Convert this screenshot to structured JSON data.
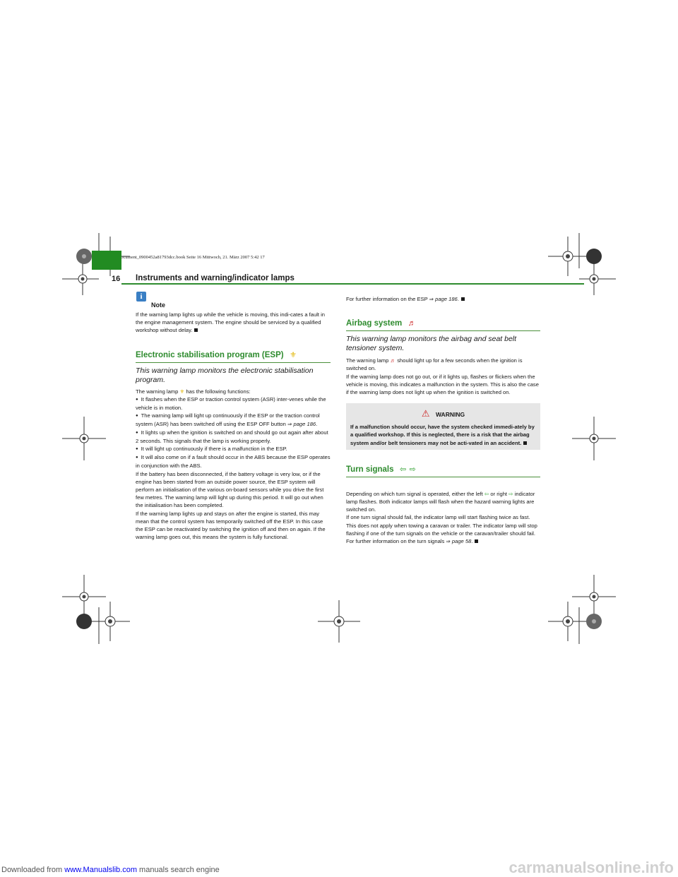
{
  "header": {
    "file_stamp": "document_0900452a81793dcc.book  Seite 16  Mittwoch, 21. März 2007  5:42 17",
    "section_title": "Instruments and warning/indicator lamps",
    "page_number": "16"
  },
  "watermark_top": {
    "prefix": "Downloaded from ",
    "link": "www.Manualslib.com",
    "suffix": " manuals search engine"
  },
  "watermark_bottom": "carmanualsonline.info",
  "left_col": {
    "note_label": "Note",
    "note_text": "If the warning lamp lights up while the vehicle is moving, this indi-cates a fault in the engine management system. The engine should be serviced by a qualified workshop without delay.",
    "esp_title": "Electronic stabilisation program (ESP)",
    "esp_sub": "This warning lamp monitors the electronic stabilisation program.",
    "esp_intro_a": "The warning lamp",
    "esp_intro_b": "has the following functions:",
    "bullets": [
      "It flashes when the ESP or traction control system (ASR) inter-venes while the vehicle is in motion.",
      "The warning lamp will light up continuously if the ESP or the traction control system (ASR) has been switched off using the ESP OFF button",
      "It lights up when the ignition is switched on and should go out again after about 2 seconds. This signals that the lamp is working properly.",
      "It will light up continuously if there is a malfunction in the ESP.",
      "It will also come on if a fault should occur in the ABS because the ESP operates in conjunction with the ABS."
    ],
    "bullet2_ref": "page 186",
    "para1": "If the battery has been disconnected, if the battery voltage is very low, or if the engine has been started from an outside power source, the ESP system will perform an initialisation of the various on-board sensors while you drive the first few metres. The warning lamp will light up during this period. It will go out when the initialisation has been completed.",
    "para2": "If the warning lamp lights up and stays on after the engine is started, this may mean that the control system has temporarily switched off the ESP. In this case the ESP can be reactivated by switching the ignition off and then on again. If the warning lamp goes out, this means the system is fully functional."
  },
  "right_col": {
    "esp_more": "For further information on the ESP",
    "esp_more_ref": "page 186",
    "airbag_title": "Airbag system",
    "airbag_sub": "This warning lamp monitors the airbag and seat belt tensioner system.",
    "airbag_p1_a": "The warning lamp",
    "airbag_p1_b": "should light up for a few seconds when the ignition is switched on.",
    "airbag_p2": "If the warning lamp does not go out, or if it lights up, flashes or flickers when the vehicle is moving, this indicates a malfunction in the system. This is also the case if the warning lamp does not light up when the ignition is switched on.",
    "warning_label": "WARNING",
    "warning_text": "If a malfunction should occur, have the system checked immedi-ately by a qualified workshop. If this is neglected, there is a risk that the airbag system and/or belt tensioners may not be acti-vated in an accident.",
    "turn_title": "Turn signals",
    "turn_p1_a": "Depending on which turn signal is operated, either the left",
    "turn_p1_b": "or right",
    "turn_p1_c": "indicator lamp flashes. Both indicator lamps will flash when the hazard warning lights are switched on.",
    "turn_p2": "If one turn signal should fail, the indicator lamp will start flashing twice as fast.",
    "turn_p3": "This does not apply when towing a caravan or trailer. The indicator lamp will stop flashing if one of the turn signals on the vehicle or the caravan/trailer should fail. For further information on the turn signals",
    "turn_p3_ref": "page 58"
  },
  "colors": {
    "accent_green": "#2e8b2e",
    "header_green": "#228b22",
    "warning_bg": "#e6e6e6",
    "airbag_red": "#cc2222",
    "esp_yellow": "#e0b400",
    "turn_green": "#2ea02e"
  }
}
